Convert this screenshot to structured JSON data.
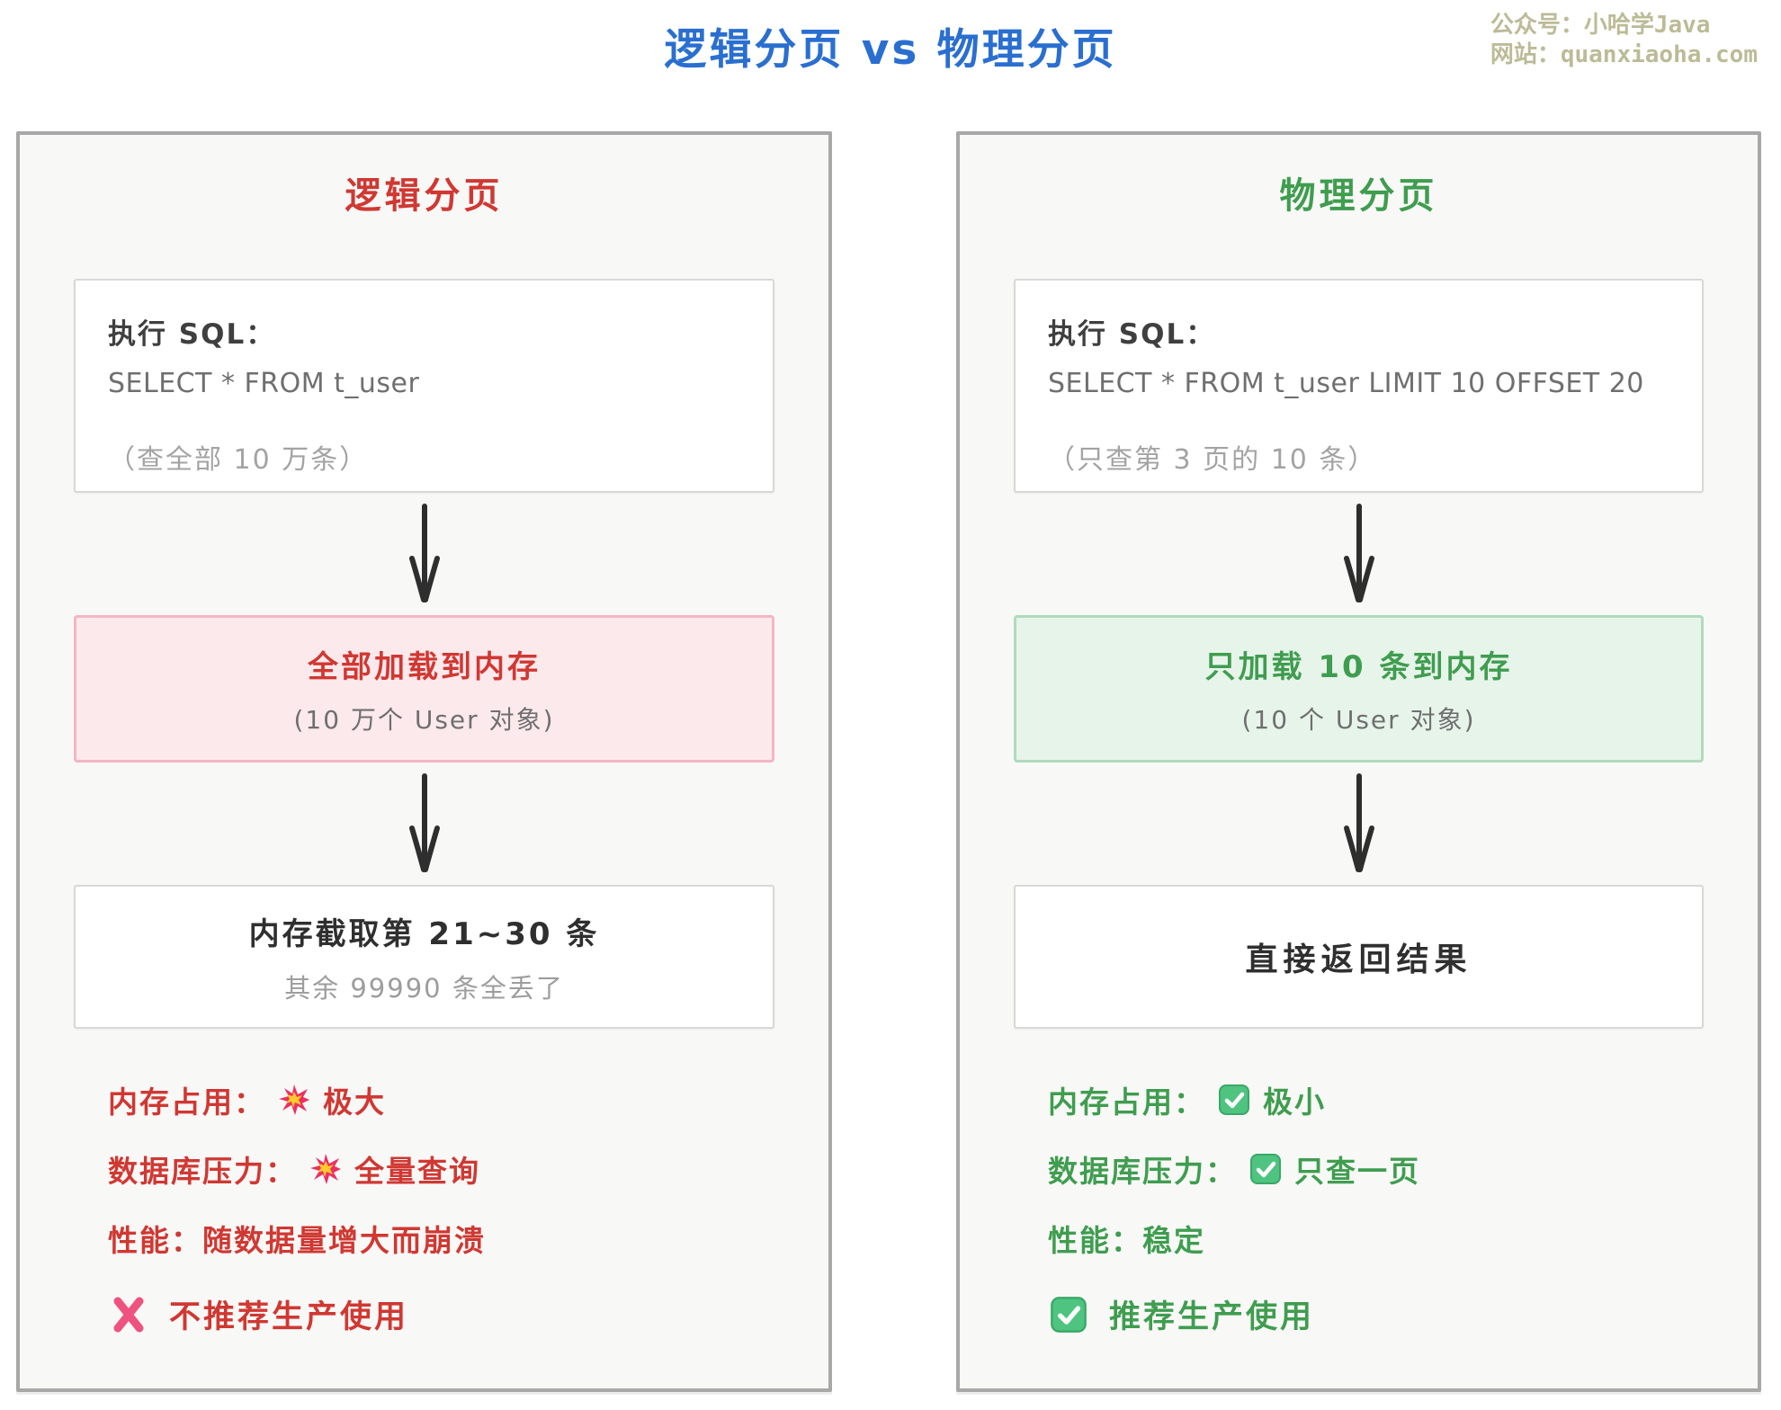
{
  "page": {
    "title": "逻辑分页 vs 物理分页",
    "watermark_line1": "公众号：小哈学Java",
    "watermark_line2": "网站：quanxiaoha.com"
  },
  "icons": {
    "collision": "💥",
    "check": "✅",
    "cross": "❌",
    "down_arrow": "↓"
  },
  "colors": {
    "title_blue": "#2a6fd0",
    "red": "#d03832",
    "green": "#3f9d4f",
    "pink_box_bg": "#fce9ec",
    "pink_box_border": "#f4b6c3",
    "green_box_bg": "#e7f4ea",
    "green_box_border": "#b0dbbc",
    "panel_bg": "#f8f8f7",
    "panel_border": "#a8a8a8",
    "gray_text": "#a3a3a3",
    "dark_text": "#3f3f3f",
    "watermark": "#bcbb97"
  },
  "left_panel": {
    "title": "逻辑分页",
    "sql_box": {
      "label": "执行 SQL：",
      "sql": "SELECT * FROM t_user",
      "note": "（查全部 10 万条）"
    },
    "memory_box": {
      "title": "全部加载到内存",
      "subtitle": "(10 万个 User 对象)"
    },
    "result_box": {
      "title": "内存截取第 21~30 条",
      "subtitle": "其余 99990 条全丢了"
    },
    "specs": [
      {
        "label": "内存占用：",
        "icon": "collision",
        "value": "极大"
      },
      {
        "label": "数据库压力：",
        "icon": "collision",
        "value": "全量查询"
      },
      {
        "label": "性能：随数据量增大而崩溃",
        "icon": "",
        "value": ""
      }
    ],
    "verdict": {
      "icon": "cross",
      "text": "不推荐生产使用"
    }
  },
  "right_panel": {
    "title": "物理分页",
    "sql_box": {
      "label": "执行 SQL：",
      "sql": "SELECT * FROM t_user LIMIT 10 OFFSET 20",
      "note": "（只查第 3 页的 10 条）"
    },
    "memory_box": {
      "title": "只加载 10 条到内存",
      "subtitle": "(10 个 User 对象)"
    },
    "result_box": {
      "title": "直接返回结果",
      "subtitle": ""
    },
    "specs": [
      {
        "label": "内存占用：",
        "icon": "check",
        "value": "极小"
      },
      {
        "label": "数据库压力：",
        "icon": "check",
        "value": "只查一页"
      },
      {
        "label": "性能：稳定",
        "icon": "",
        "value": ""
      }
    ],
    "verdict": {
      "icon": "check",
      "text": "推荐生产使用"
    }
  }
}
